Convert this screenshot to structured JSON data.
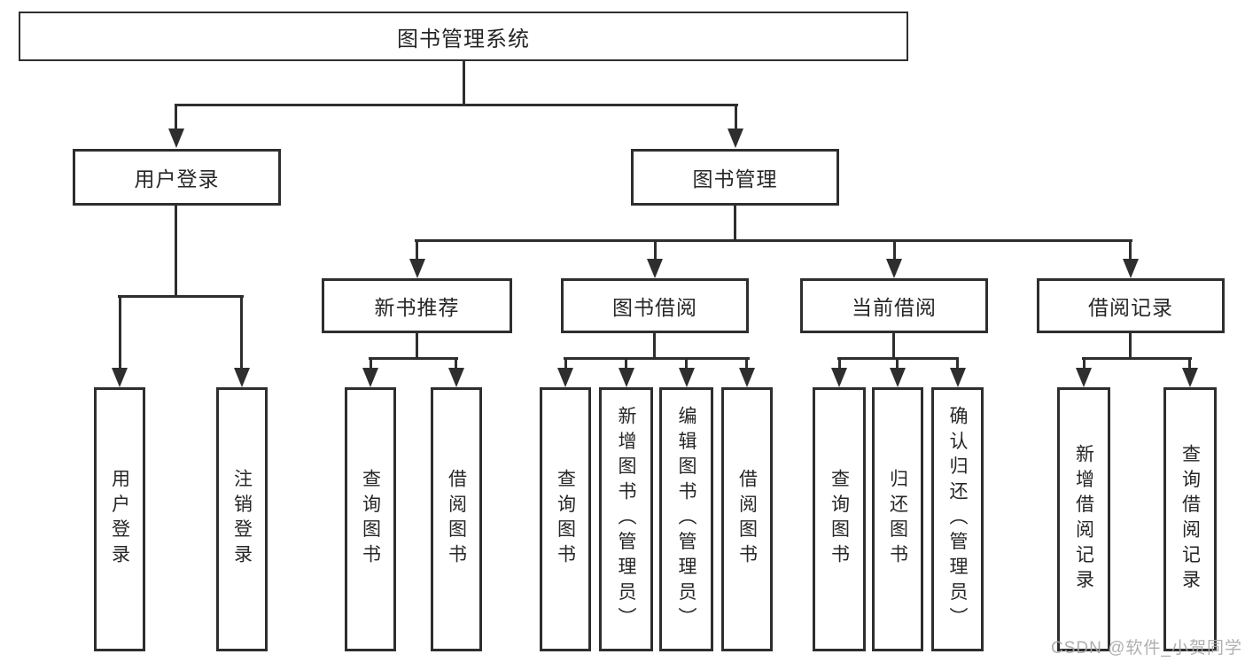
{
  "diagram": {
    "title": "图书管理系统",
    "branches": [
      {
        "label": "用户登录",
        "children": [
          {
            "label": "用户登录"
          },
          {
            "label": "注销登录"
          }
        ]
      },
      {
        "label": "图书管理",
        "children": [
          {
            "label": "新书推荐",
            "children": [
              {
                "label": "查询图书"
              },
              {
                "label": "借阅图书"
              }
            ]
          },
          {
            "label": "图书借阅",
            "children": [
              {
                "label": "查询图书"
              },
              {
                "label": "新增图书（管理员）"
              },
              {
                "label": "编辑图书（管理员）"
              },
              {
                "label": "借阅图书"
              }
            ]
          },
          {
            "label": "当前借阅",
            "children": [
              {
                "label": "查询图书"
              },
              {
                "label": "归还图书"
              },
              {
                "label": "确认归还（管理员）"
              }
            ]
          },
          {
            "label": "借阅记录",
            "children": [
              {
                "label": "新增借阅记录"
              },
              {
                "label": "查询借阅记录"
              }
            ]
          }
        ]
      }
    ],
    "watermark": "CSDN @软件_小贺同学",
    "colors": {
      "line": "#2e2e2e",
      "text": "#262626",
      "watermark": "#a8a8a8",
      "background": "#ffffff"
    }
  }
}
